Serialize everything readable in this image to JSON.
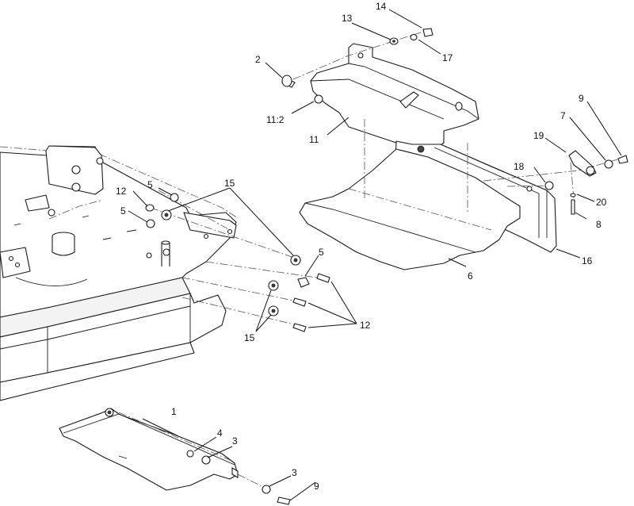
{
  "callouts": {
    "c1": "1",
    "c2": "2",
    "c3a": "3",
    "c3b": "3",
    "c4": "4",
    "c5a": "5",
    "c5b": "5",
    "c5c": "5",
    "c6": "6",
    "c7": "7",
    "c8": "8",
    "c9a": "9",
    "c9b": "9",
    "c11": "11",
    "c11_2": "11:2",
    "c12a": "12",
    "c12b": "12",
    "c13": "13",
    "c14": "14",
    "c15a": "15",
    "c15b": "15",
    "c16": "16",
    "c17": "17",
    "c18": "18",
    "c19": "19",
    "c20": "20"
  }
}
